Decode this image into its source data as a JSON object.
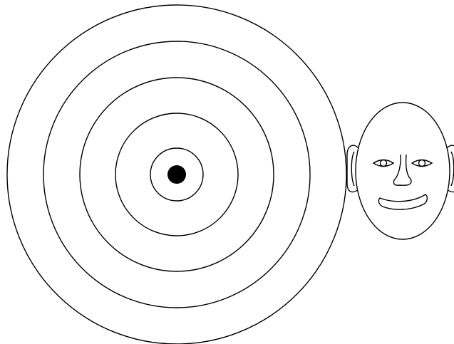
{
  "figure": {
    "target": {
      "ring_count": 5,
      "has_center_dot": true
    },
    "face": {
      "features": [
        "left-ear",
        "right-ear",
        "left-eye",
        "right-eye",
        "nose",
        "smile-mouth"
      ]
    }
  },
  "colors": {
    "background": "#ffffff",
    "stroke": "#000000",
    "center_dot": "#000000"
  }
}
